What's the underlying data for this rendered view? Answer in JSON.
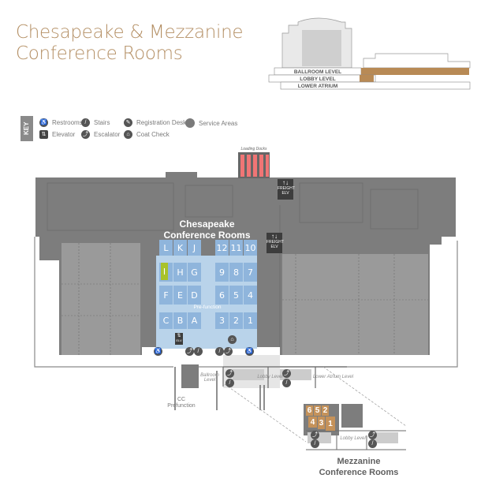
{
  "title": {
    "line1": "Chesapeake & Mezzanine",
    "line2": "Conference Rooms"
  },
  "elevation": {
    "levels": [
      "BALLROOM LEVEL",
      "LOBBY LEVEL",
      "LOWER ATRIUM"
    ]
  },
  "key": {
    "heading": "KEY",
    "items": [
      {
        "label": "Restrooms",
        "icon": "restroom-icon"
      },
      {
        "label": "Stairs",
        "icon": "stairs-icon"
      },
      {
        "label": "Registration Desks",
        "icon": "registration-desk-icon"
      },
      {
        "label": "Service Areas",
        "icon": "service-area-icon"
      },
      {
        "label": "Elevator",
        "icon": "elevator-icon"
      },
      {
        "label": "Escalator",
        "icon": "escalator-icon"
      },
      {
        "label": "Coat Check",
        "icon": "coat-check-icon"
      }
    ]
  },
  "map": {
    "loading_docks": "Loading Docks",
    "freight_elevator": {
      "line1": "FREIGHT",
      "line2": "ELV"
    },
    "elevator_label": "ELV",
    "chesapeake": {
      "line1": "Chesapeake",
      "line2": "Conference Rooms"
    },
    "prefunction": "Pre-function",
    "rooms": [
      "L",
      "K",
      "J",
      "12",
      "11",
      "10",
      "I",
      "H",
      "G",
      "9",
      "8",
      "7",
      "F",
      "E",
      "D",
      "6",
      "5",
      "4",
      "C",
      "B",
      "A",
      "3",
      "2",
      "1"
    ],
    "highlighted_room": "I",
    "cc_prefunction": {
      "line1": "CC",
      "line2": "Prefunction"
    },
    "levels": {
      "ballroom": {
        "line1": "Ballroom",
        "line2": "Level"
      },
      "lobby": "Lobby Level",
      "lower_atrium": "Lower Atrium Level"
    },
    "mezzanine": {
      "rooms": [
        "6",
        "5",
        "2",
        "4",
        "3",
        "1"
      ],
      "lobby": "Lobby Level",
      "title": {
        "line1": "Mezzanine",
        "line2": "Conference Rooms"
      }
    }
  },
  "colors": {
    "title": "#b48f64",
    "room": "#8fb5dc",
    "highlight": "#a9c22a",
    "mezzanine_room": "#c5925a",
    "loading_dock": "#f07575",
    "building": "#7d7d7d"
  }
}
